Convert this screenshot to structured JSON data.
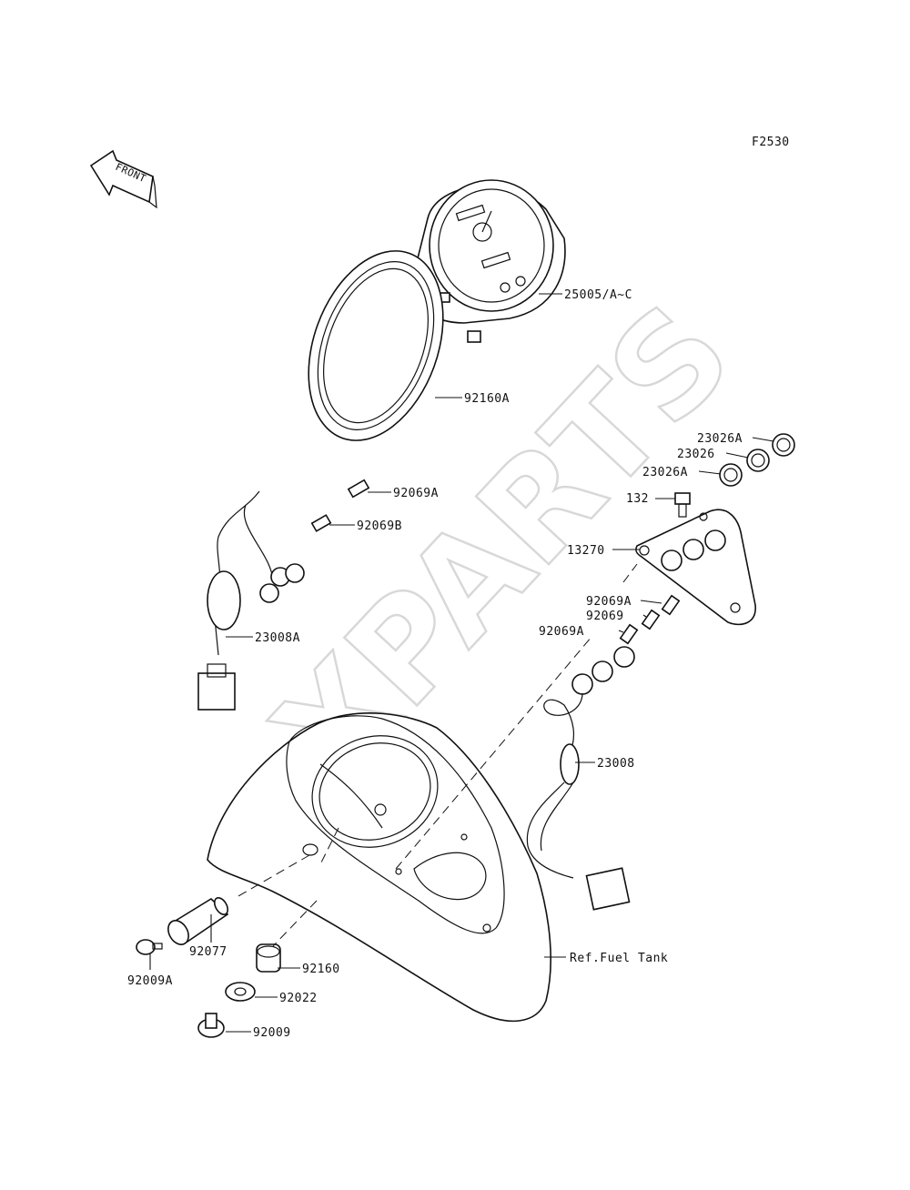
{
  "figure_code": "F2530",
  "front_arrow_label": "FRONT",
  "watermark": "XPARTS",
  "callouts": {
    "meter": "25005/A~C",
    "bezel_ring": "92160A",
    "bulb_92069a_upper": "92069A",
    "bulb_92069b": "92069B",
    "harness_left": "23008A",
    "lens_23026a_top": "23026A",
    "lens_23026": "23026",
    "lens_23026a_bottom": "23026A",
    "screw_132": "132",
    "bracket": "13270",
    "bulb_92069a_right_top": "92069A",
    "bulb_92069_right": "92069",
    "bulb_92069a_right_bottom": "92069A",
    "harness_right": "23008",
    "ref_fuel_tank": "Ref.Fuel Tank",
    "knob": "92077",
    "screw_92009a": "92009A",
    "grommet": "92160",
    "washer": "92022",
    "bolt": "92009"
  }
}
